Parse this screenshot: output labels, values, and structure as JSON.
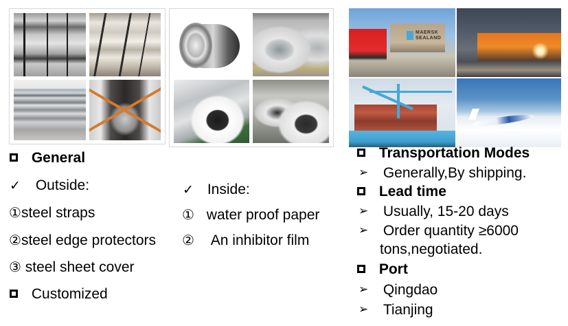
{
  "images": {
    "packing_sheets": {
      "label": "steel sheet packing photos",
      "photos": [
        "bundled steel sheets with straps",
        "stacked sheet bundles with labels",
        "stacked galvanized sheets",
        "sheets loaded in container with cross straps"
      ]
    },
    "packing_coils": {
      "label": "steel coil packing photos",
      "photos": [
        "single wrapped steel coil",
        "galvanized coils on warehouse floor",
        "coil with printed protective paper",
        "row of wrapped coils"
      ]
    },
    "transport": {
      "label": "transportation mode photos",
      "photos": [
        "container truck",
        "freight train",
        "container ship at port cranes",
        "cargo airplane"
      ],
      "truck_container_text": [
        "MAERSK",
        "SEALAND"
      ]
    }
  },
  "general": {
    "heading": "General",
    "heading_icon": "square-bullet-icon",
    "outside": {
      "label": "Outside:",
      "icon": "check-icon",
      "items": [
        {
          "num": "①",
          "text": "steel straps"
        },
        {
          "num": "②",
          "text": "steel edge protectors"
        },
        {
          "num": "③",
          "text": " steel sheet cover"
        }
      ]
    },
    "inside": {
      "label": "Inside:",
      "icon": "check-icon",
      "items": [
        {
          "num": "①",
          "text": "water proof paper"
        },
        {
          "num": "②",
          "text": "An inhibitor film"
        }
      ]
    },
    "customized": "Customized"
  },
  "logistics": {
    "transportation": {
      "heading": "Transportation Modes",
      "items": [
        "Generally,By shipping."
      ]
    },
    "lead_time": {
      "heading": "Lead time",
      "items": [
        "Usually, 15-20 days",
        " Order quantity ≥6000",
        "tons,negotiated."
      ]
    },
    "port": {
      "heading": "Port",
      "items": [
        "Qingdao",
        "Tianjing"
      ]
    }
  },
  "glyphs": {
    "box": "",
    "check": "✓",
    "arrow": "➢"
  }
}
